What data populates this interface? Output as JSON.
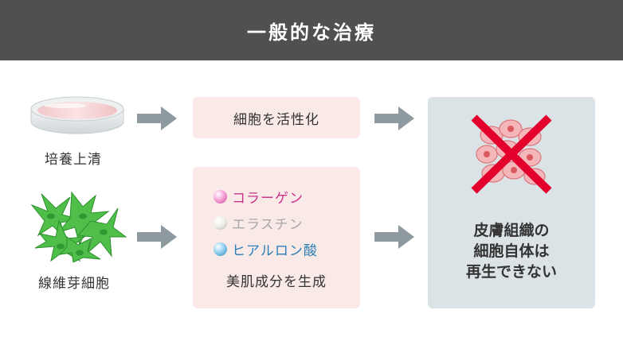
{
  "header": {
    "title": "一般的な治療"
  },
  "sources": {
    "culture": {
      "label": "培養上清",
      "icon": "petri-dish-icon"
    },
    "fibroblast": {
      "label": "線維芽細胞",
      "icon": "fibroblast-cells-icon"
    }
  },
  "process_top": {
    "text": "細胞を活性化"
  },
  "process_bottom": {
    "components": [
      {
        "text": "コラーゲン",
        "color": "#c9338c",
        "icon": "pink-bead-icon"
      },
      {
        "text": "エラスチン",
        "color": "#a8a8a8",
        "icon": "white-bead-icon"
      },
      {
        "text": "ヒアルロン酸",
        "color": "#2b7fb8",
        "icon": "blue-bead-icon"
      }
    ],
    "caption": "美肌成分を生成"
  },
  "result": {
    "lines": [
      "皮膚組織の",
      "細胞自体は",
      "再生できない"
    ],
    "icon": "crossed-out-cells-icon",
    "cross_color": "#e3002d"
  },
  "colors": {
    "header_bg": "#505050",
    "box_bg": "#f9e9e7",
    "result_bg": "#dbe3e6",
    "arrow": "#8e9aa0"
  }
}
